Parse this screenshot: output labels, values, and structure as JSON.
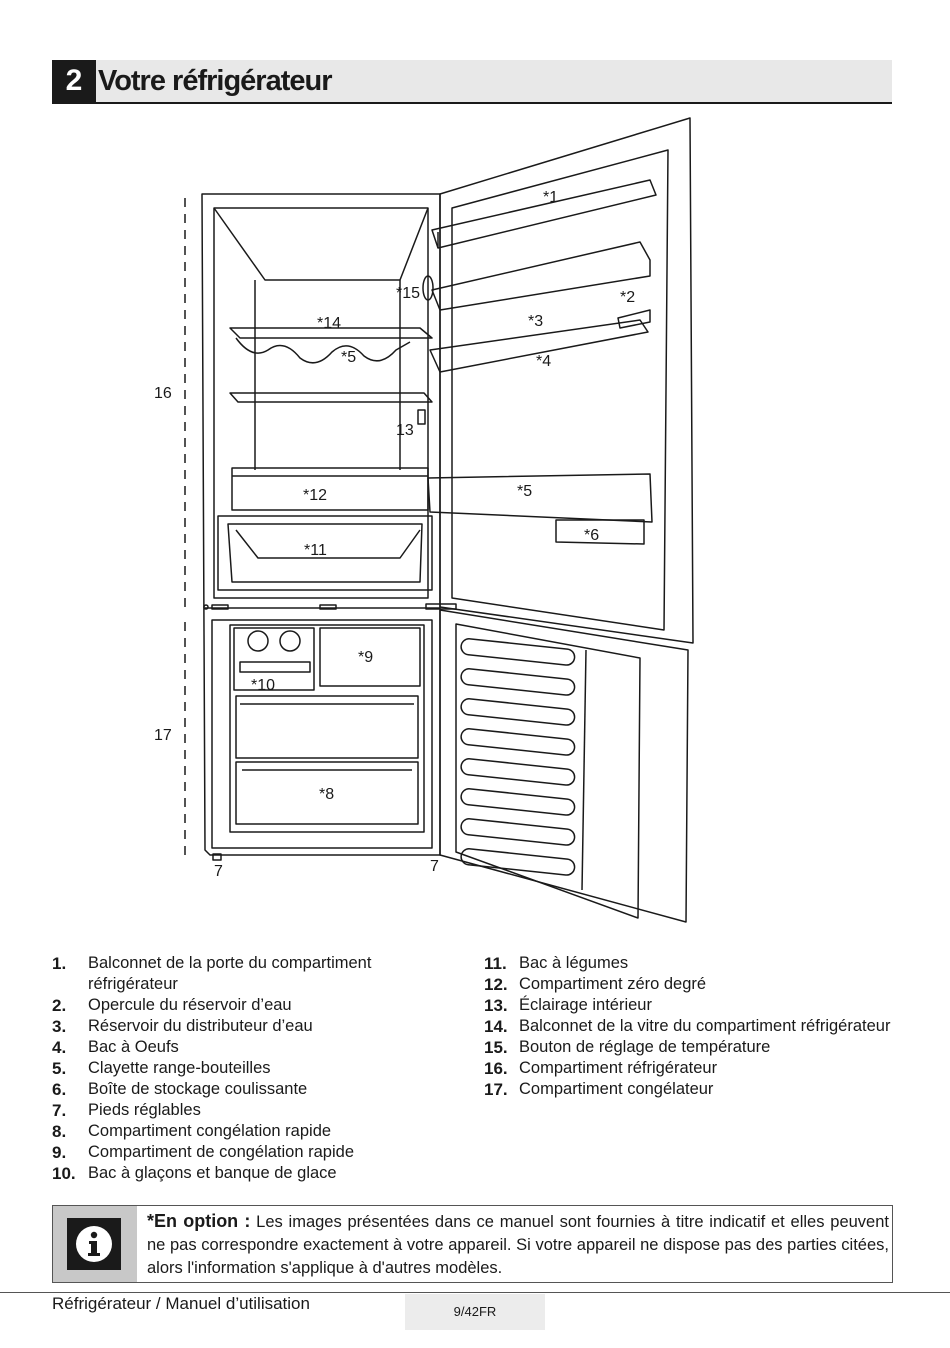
{
  "header": {
    "number": "2",
    "title": "Votre réfrigérateur"
  },
  "diagram": {
    "labels": {
      "d1": "*1",
      "d2": "*2",
      "d3": "*3",
      "d4": "*4",
      "d5a": "*5",
      "d5b": "*5",
      "d6": "*6",
      "d7a": "7",
      "d7b": "7",
      "d8": "*8",
      "d9": "*9",
      "d10": "*10",
      "d11": "*11",
      "d12": "*12",
      "d13": "13",
      "d14": "*14",
      "d15": "*15",
      "d16": "16",
      "d17": "17"
    }
  },
  "parts": [
    {
      "num": "1.",
      "text": "Balconnet de la porte du compartiment réfrigérateur"
    },
    {
      "num": "2.",
      "text": "Opercule du réservoir d’eau"
    },
    {
      "num": "3.",
      "text": "Réservoir du distributeur d’eau"
    },
    {
      "num": "4.",
      "text": "Bac à Oeufs"
    },
    {
      "num": "5.",
      "text": "Clayette range-bouteilles"
    },
    {
      "num": "6.",
      "text": "Boîte de stockage coulissante"
    },
    {
      "num": "7.",
      "text": "Pieds réglables"
    },
    {
      "num": "8.",
      "text": "Compartiment congélation rapide"
    },
    {
      "num": "9.",
      "text": "Compartiment de congélation rapide"
    },
    {
      "num": "10.",
      "text": "Bac à glaçons et banque de glace"
    },
    {
      "num": "11.",
      "text": "Bac à légumes"
    },
    {
      "num": "12.",
      "text": "Compartiment zéro degré"
    },
    {
      "num": "13.",
      "text": "Éclairage intérieur"
    },
    {
      "num": "14.",
      "text": "Balconnet de la vitre du compartiment réfrigérateur"
    },
    {
      "num": "15.",
      "text": "Bouton de réglage de température"
    },
    {
      "num": "16.",
      "text": "Compartiment réfrigérateur"
    },
    {
      "num": "17.",
      "text": "Compartiment congélateur"
    }
  ],
  "note": {
    "icon": "info-icon",
    "lead": "*En option :",
    "text": " Les images présentées dans ce manuel sont fournies à titre indicatif et elles peuvent ne pas correspondre exactement à votre appareil. Si votre appareil ne dispose pas des parties citées, alors l'information s'applique à d'autres modèles."
  },
  "footer": {
    "left": "Réfrigérateur / Manuel d’utilisation",
    "page": "9/42FR"
  }
}
